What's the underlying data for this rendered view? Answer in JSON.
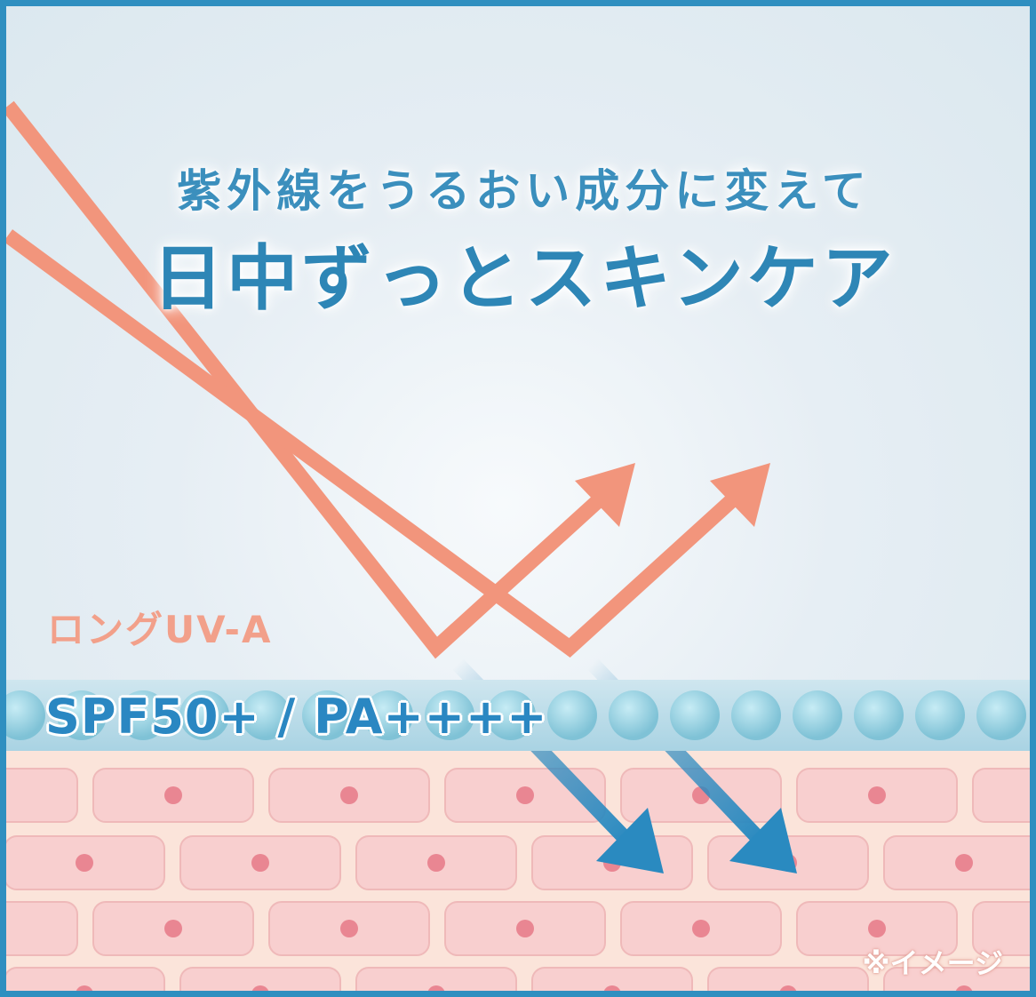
{
  "headline": {
    "sub": "紫外線をうるおい成分に変えて",
    "main": "日中ずっとスキンケア"
  },
  "labels": {
    "uva": "ロングUV-A",
    "spf": "SPF50+ / PA++++",
    "note": "※イメージ"
  },
  "colors": {
    "frame": "#2f8fc0",
    "uv_arrow": "#f2957c",
    "deep_arrow": "#2a8ac0",
    "cell": "#f8cfcf",
    "cell_dot": "#e98692",
    "skin_bg": "#fbe4da",
    "bead": "#8cc9dc"
  }
}
